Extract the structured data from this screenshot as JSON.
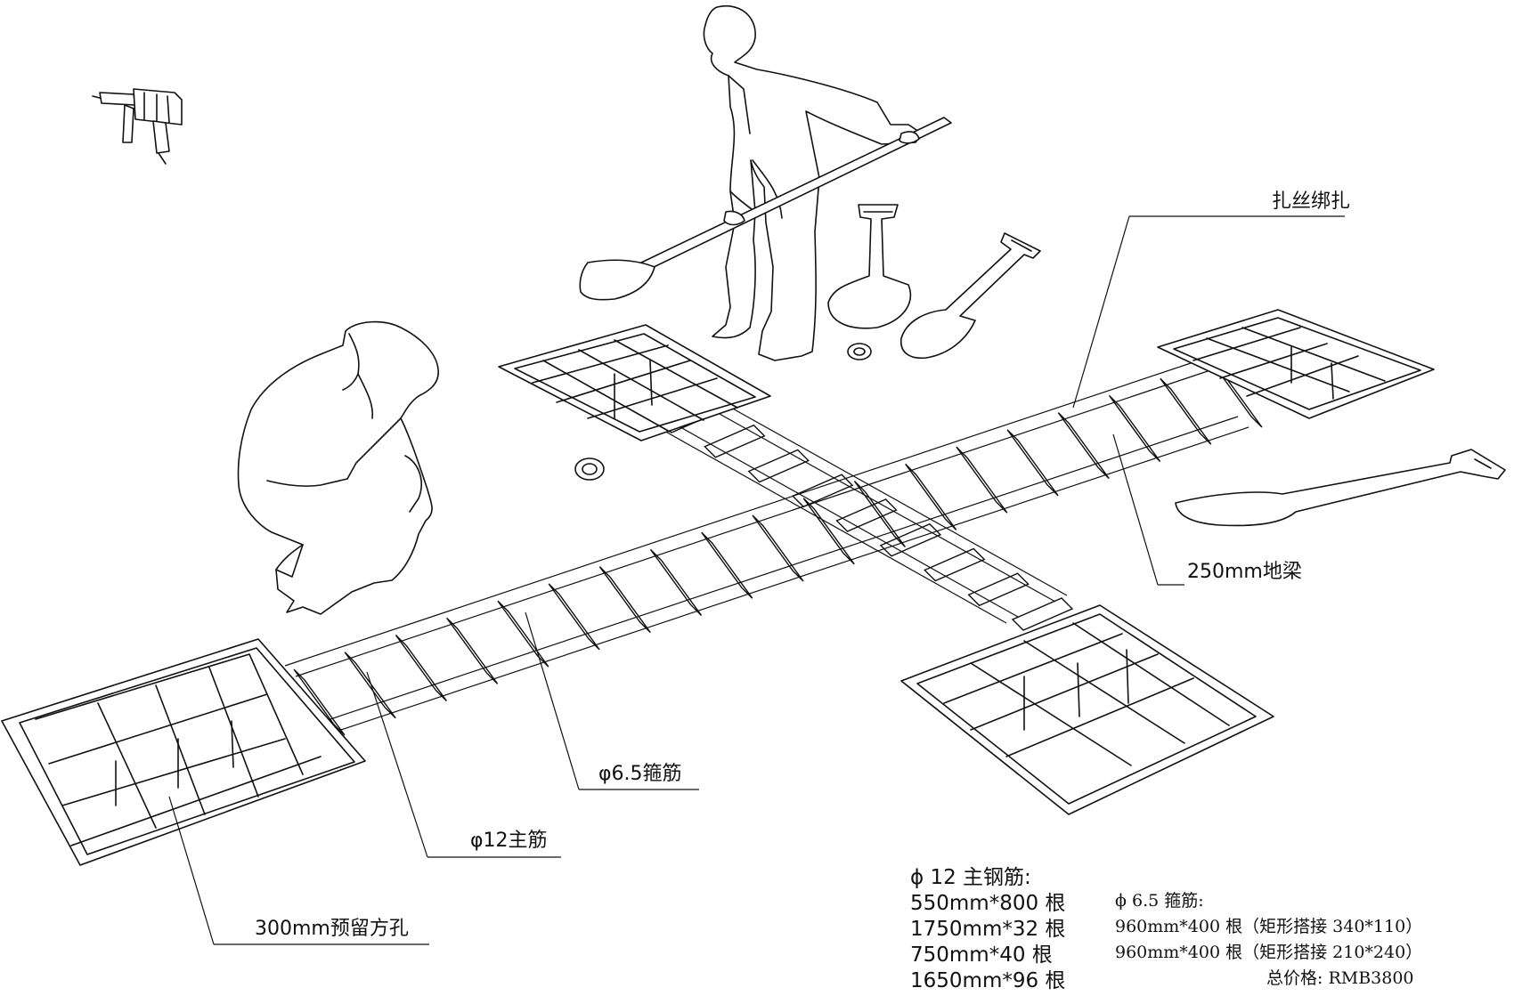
{
  "labels": {
    "tie_wire": "扎丝绑扎",
    "ground_beam": "250mm地梁",
    "stirrup": "φ6.5箍筋",
    "main_bar": "φ12主筋",
    "reserved_hole": "300mm预留方孔"
  },
  "materials": {
    "main_steel": {
      "title": "ϕ 12 主钢筋:",
      "items": [
        "550mm*800 根",
        "1750mm*32 根",
        "750mm*40 根",
        "1650mm*96 根"
      ]
    },
    "stirrups": {
      "title": "ϕ 6.5 箍筋:",
      "items": [
        "960mm*400 根（矩形搭接 340*110）",
        "960mm*400 根（矩形搭接 210*240）"
      ]
    },
    "total_price": "总价格:  RMB3800"
  },
  "icons": [
    "drill-icon",
    "worker-digging-icon",
    "worker-crouching-icon",
    "spade-icon",
    "shovel-icon",
    "tape-measure-icon"
  ]
}
